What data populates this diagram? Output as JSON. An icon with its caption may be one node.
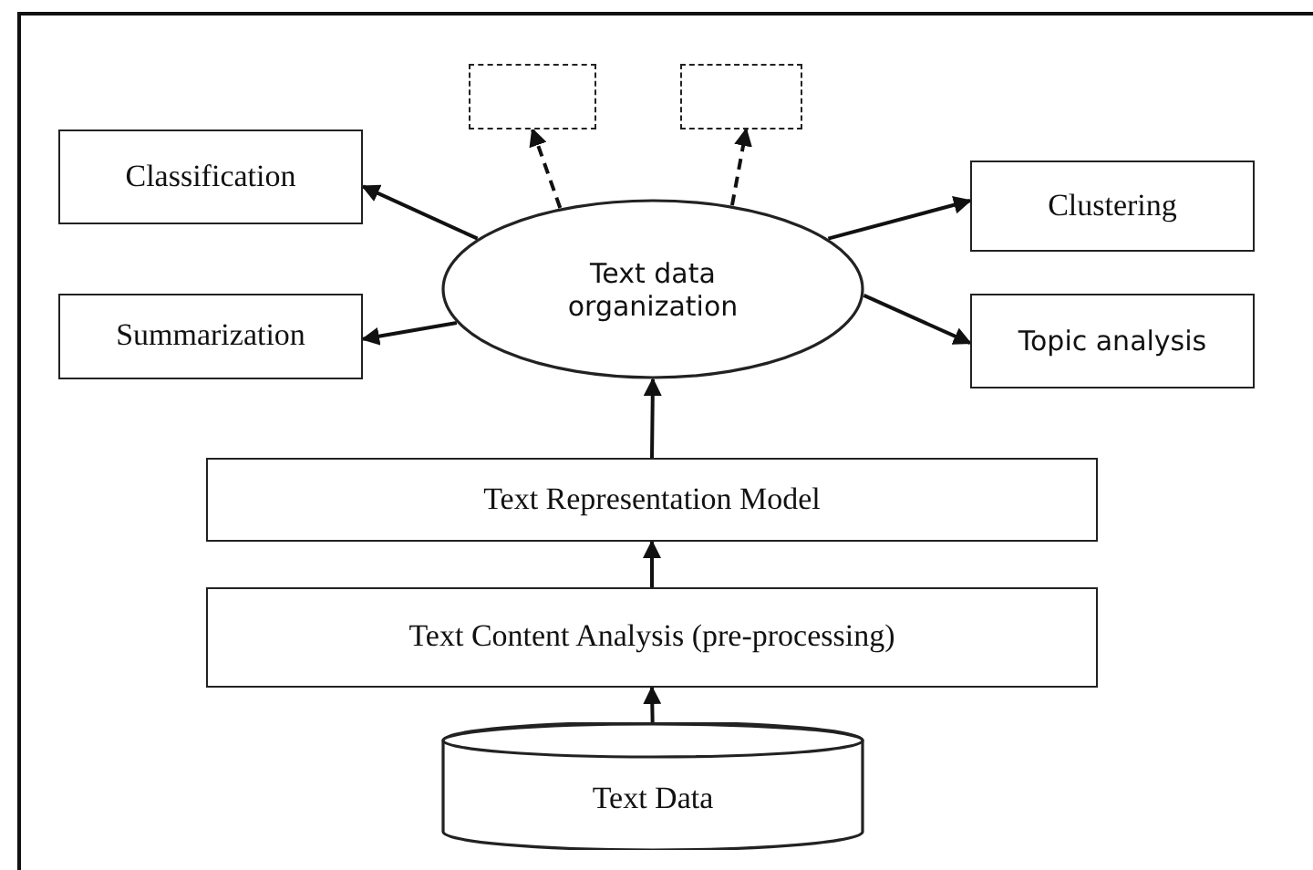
{
  "diagram": {
    "nodes": [
      {
        "text": [
          "Classification"
        ]
      },
      {
        "text": [
          "Summarization"
        ]
      },
      {
        "text": [],
        "shape": "box"
      },
      {
        "text": [],
        "shape": "box"
      },
      {
        "text": [
          "Text data organization"
        ]
      },
      {
        "text": [
          "Clustering"
        ]
      },
      {
        "text": [
          "Topic analysis"
        ]
      },
      {
        "text": [
          "Text Representation Model"
        ]
      },
      {
        "text": [
          "Text Content Analysis (pre-processing)"
        ]
      },
      {
        "text": [
          "Text Data"
        ]
      }
    ],
    "edges": [
      {
        "from": 4,
        "to": 0,
        "arrow": "to"
      },
      {
        "from": 4,
        "to": 1,
        "arrow": "to"
      },
      {
        "from": 4,
        "to": 2,
        "arrow": "to",
        "style": "dashed"
      },
      {
        "from": 4,
        "to": 3,
        "arrow": "to",
        "style": "dashed"
      },
      {
        "from": 4,
        "to": 5,
        "arrow": "to"
      },
      {
        "from": 4,
        "to": 6,
        "arrow": "to"
      },
      {
        "from": 7,
        "to": 4,
        "arrow": "to"
      },
      {
        "from": 8,
        "to": 7,
        "arrow": "to"
      },
      {
        "from": 9,
        "to": 8,
        "arrow": "to"
      }
    ]
  }
}
